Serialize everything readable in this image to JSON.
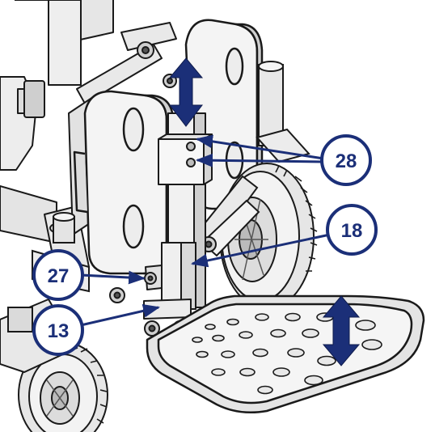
{
  "figure": {
    "accent_color": "#1b2f78",
    "callout_fill": "#ffffff",
    "line_color": "#1a1a1a",
    "part_fill": "#f2f2f2",
    "shade_fill": "#d7d7d7",
    "arrow_icon": "double-headed-vertical-arrow"
  },
  "callouts": [
    {
      "id": "c28",
      "label": "28"
    },
    {
      "id": "c18",
      "label": "18"
    },
    {
      "id": "c27",
      "label": "27"
    },
    {
      "id": "c13",
      "label": "13"
    }
  ]
}
